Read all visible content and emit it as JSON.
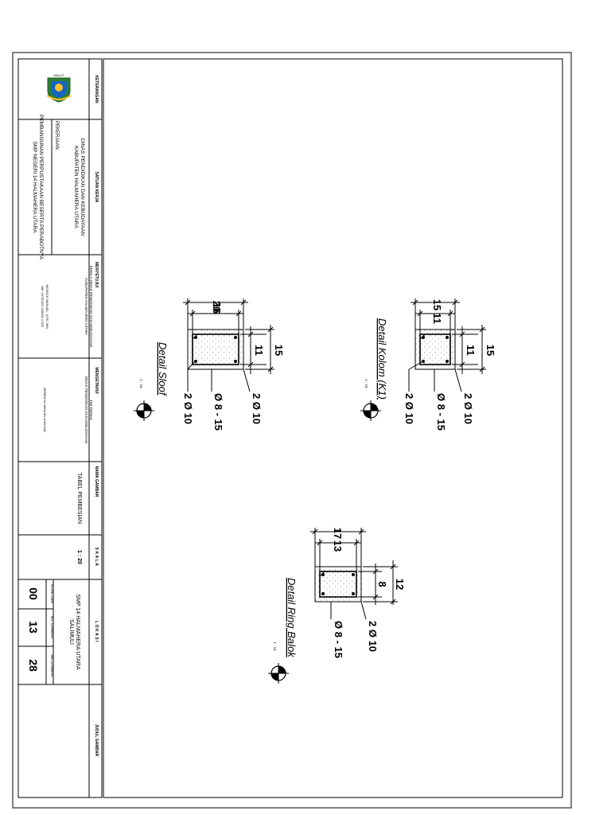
{
  "title_block": {
    "headers": {
      "keterangan": "KETERANGAN",
      "satuan_kerja": "SATUAN KERJA",
      "menyetujui": "MENYETUJUI",
      "mengetahui": "MENGETAHUI",
      "nama_gambar": "NAMA GAMBAR",
      "skala": "SKALA",
      "lokasi": "LOKASI",
      "judul_gambar": "JUDUL GAMBAR"
    },
    "satuan_kerja_lines": [
      "DINAS PENDIDIKAN DAN KEBUDAYAAN",
      "KABUPATEN HALMAHERA UTARA"
    ],
    "pekerjaan_label": "PEKERJAAN",
    "pekerjaan_lines": [
      "PEMBANGUNAN PERPUSTAKAAN BESERTA PERABOTNYA",
      "SMP NEGERI 14 HALMAHERA UTARA"
    ],
    "menyetujui_lines": [
      "KEPALA DINAS PENDIDIKAN DAN KEBUDAYAAN",
      "KABUPATEN HALMAHERA UTARA"
    ],
    "menyetujui_signatory": [
      "HENOCK MANUEL, S.PD, MM",
      "NIP. 19700202 200001 1 000"
    ],
    "mengetahui_lines": [
      "TIM TEKNIS",
      "DINAS PENDIDIKAN DAN KEBUDAYAAN"
    ],
    "mengetahui_signatory": "ZEBEDIUS MANUEL ANGUNG",
    "nama_gambar_value": "TABEL PEMBESIAN",
    "skala_value": "1 : 20",
    "lokasi_lines": [
      "SMP 14 HALMAHERA UTARA",
      "SALIMULI"
    ],
    "kode_gbr_label": "KODE GBR",
    "no_gambar_label": "NO. GAMBAR",
    "jml_gambar_label": "JML GAMBAR",
    "kode_gbr_value": "00",
    "no_gambar_value": "13",
    "jml_gambar_value": "28"
  },
  "details": {
    "sloof": {
      "title": "Detail Sloof",
      "scale": "1 : 15",
      "dim_a": "20",
      "dim_b": "16",
      "dim_c": "11",
      "dim_d": "15",
      "bar_1": "2 Ø 10",
      "bar_2": "2 Ø 10",
      "stirrup": "Ø 8 - 15"
    },
    "kolom": {
      "title": "Detail Kolom (K1)",
      "scale": "1 : 15",
      "dim_a": "15",
      "dim_b": "11",
      "dim_c": "11",
      "dim_d": "15",
      "bar_1": "2 Ø 10",
      "bar_2": "2 Ø 10",
      "stirrup": "Ø 8 - 15"
    },
    "ring_balok": {
      "title": "Detail Ring Balok",
      "scale": "1 : 15",
      "dim_a": "17",
      "dim_b": "13",
      "dim_c": "8",
      "dim_d": "12",
      "bar_1": "2 Ø 10",
      "stirrup": "Ø 8 - 15"
    }
  }
}
